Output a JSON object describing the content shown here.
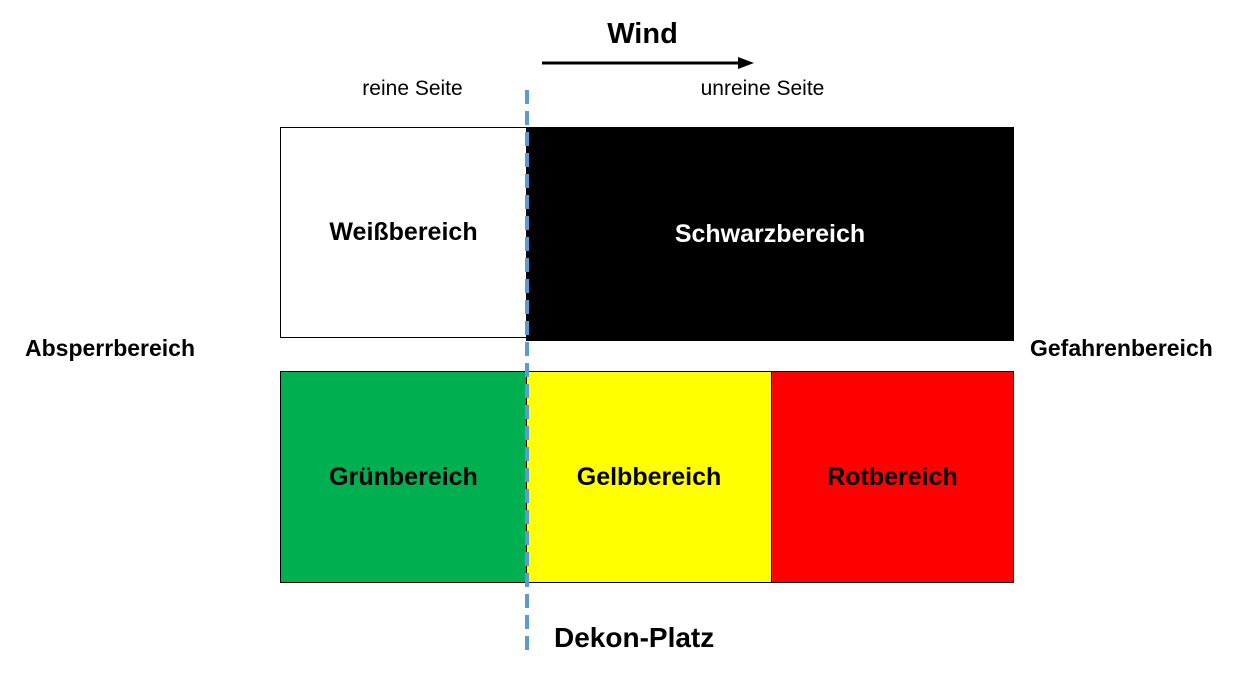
{
  "wind": {
    "label": "Wind",
    "arrow_icon": "arrow-right-icon"
  },
  "sides": {
    "clean": "reine Seite",
    "unclean": "unreine Seite"
  },
  "zones": {
    "white": "Weißbereich",
    "black": "Schwarzbereich",
    "green": "Grünbereich",
    "yellow": "Gelbbereich",
    "red": "Rotbereich"
  },
  "areas": {
    "left": "Absperrbereich",
    "right": "Gefahrenbereich"
  },
  "decon": {
    "label": "Dekon-Platz"
  },
  "colors": {
    "white_zone": "#ffffff",
    "black_zone": "#000000",
    "green_zone": "#00b050",
    "yellow_zone": "#ffff00",
    "red_zone": "#ff0000",
    "divider_line": "#5b9bd5"
  }
}
